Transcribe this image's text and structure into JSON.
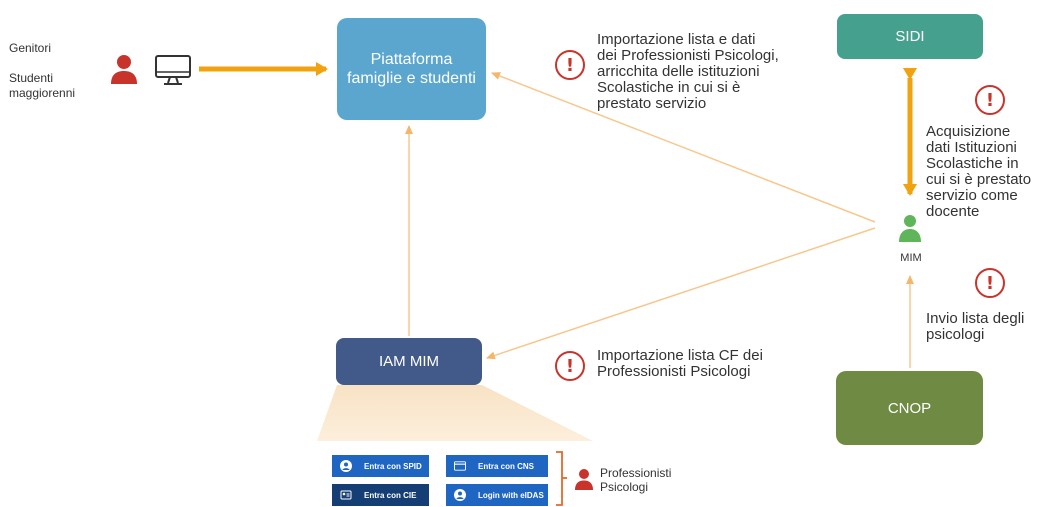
{
  "users": {
    "genitori": "Genitori",
    "studenti_line1": "Studenti",
    "studenti_line2": "maggiorenni"
  },
  "nodes": {
    "piattaforma": "Piattaforma famiglie e studenti",
    "sidi": "SIDI",
    "iam": "IAM MIM",
    "cnop": "CNOP",
    "mim": "MIM"
  },
  "notes": {
    "importazione_lista_dati": [
      "Importazione lista e dati",
      "dei Professionisti Psicologi,",
      "arricchita delle istituzioni",
      "Scolastiche in cui si è",
      "prestato servizio"
    ],
    "acquisizione": [
      "Acquisizione",
      "dati Istituzioni",
      "Scolastiche in",
      "cui si è prestato",
      "servizio come",
      "docente"
    ],
    "invio": [
      "Invio lista degli",
      "psicologi"
    ],
    "importazione_cf": [
      "Importazione lista CF dei",
      "Professionisti Psicologi"
    ]
  },
  "login": {
    "spid": "Entra con SPID",
    "cns": "Entra con CNS",
    "cie": "Entra con CIE",
    "eidas": "Login with eIDAS"
  },
  "professionisti": [
    "Professionisti",
    "Psicologi"
  ],
  "colors": {
    "arrow_thick": "#f0a20f",
    "arrow_thin": "#f7c88e",
    "alert": "#c8332b",
    "person_red": "#c8332b",
    "person_green": "#5fb55a",
    "login_blue": "#1f66c2",
    "login_dark": "#143e74"
  }
}
